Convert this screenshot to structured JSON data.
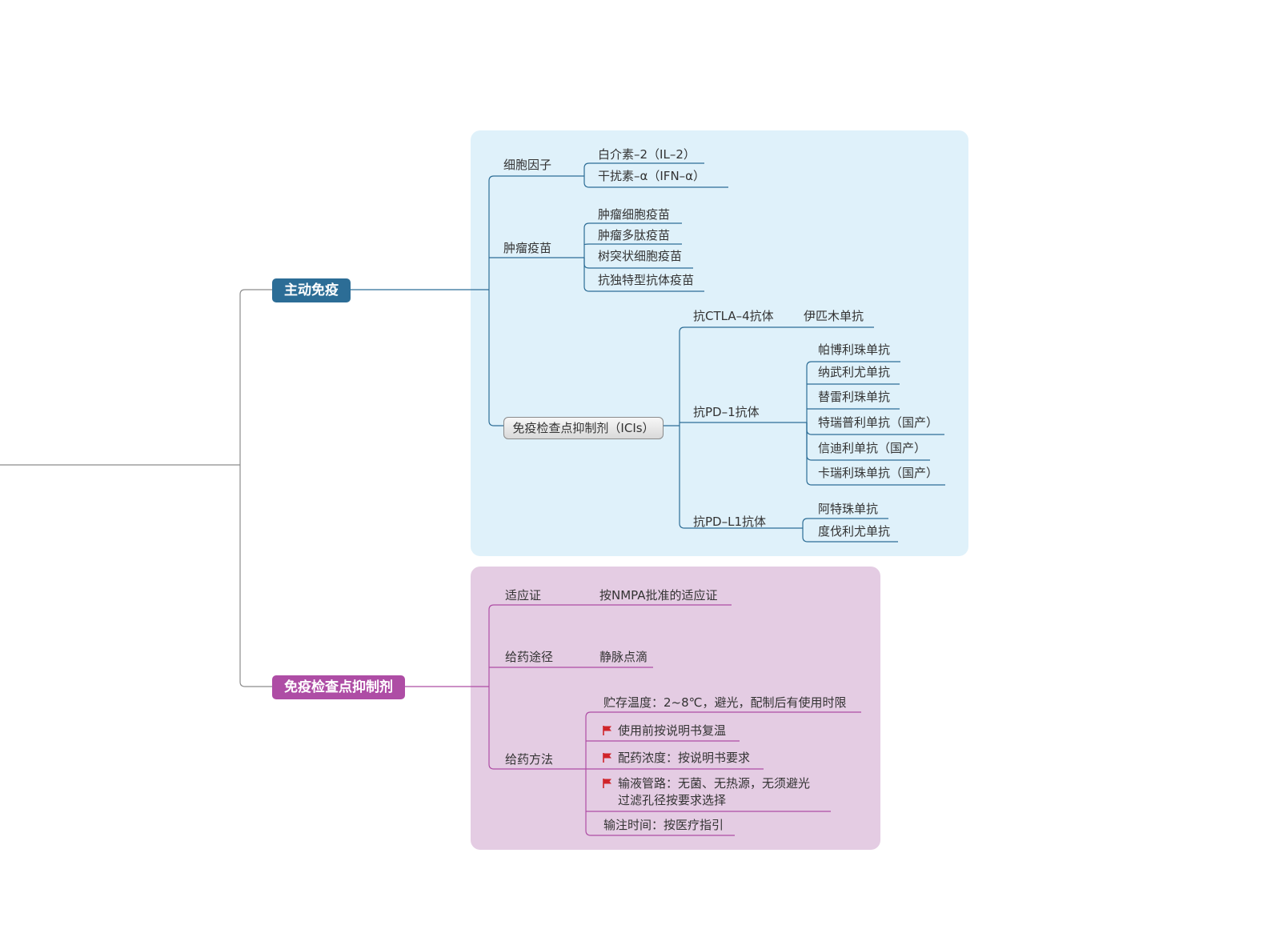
{
  "root": {
    "active_immunity": "主动免疫",
    "ici_usage": "免疫检查点抑制剂"
  },
  "active": {
    "cytokine": {
      "label": "细胞因子",
      "items": [
        "白介素–2（IL–2）",
        "干扰素–α（IFN–α）"
      ]
    },
    "vaccine": {
      "label": "肿瘤疫苗",
      "items": [
        "肿瘤细胞疫苗",
        "肿瘤多肽疫苗",
        "树突状细胞疫苗",
        "抗独特型抗体疫苗"
      ]
    },
    "icis": {
      "label": "免疫检查点抑制剂（ICIs）",
      "ctla4": {
        "label": "抗CTLA–4抗体",
        "items": [
          "伊匹木单抗"
        ]
      },
      "pd1": {
        "label": "抗PD–1抗体",
        "items": [
          "帕博利珠单抗",
          "纳武利尤单抗",
          "替雷利珠单抗",
          "特瑞普利单抗（国产）",
          "信迪利单抗（国产）",
          "卡瑞利珠单抗（国产）"
        ]
      },
      "pdl1": {
        "label": "抗PD–L1抗体",
        "items": [
          "阿特珠单抗",
          "度伐利尤单抗"
        ]
      }
    }
  },
  "ici": {
    "indication": {
      "label": "适应证",
      "value": "按NMPA批准的适应证"
    },
    "route": {
      "label": "给药途径",
      "value": "静脉点滴"
    },
    "method": {
      "label": "给药方法",
      "storage": "贮存温度：2~8℃，避光，配制后有使用时限",
      "rewarm": "使用前按说明书复温",
      "concentration": "配药浓度：按说明书要求",
      "tubing_line1": "输液管路：无菌、无热源，无须避光",
      "tubing_line2": "过滤孔径按要求选择",
      "infusion_time": "输注时间：按医疗指引"
    }
  },
  "colors": {
    "blue_branch": "#2c6d96",
    "pink_branch": "#ae4da5",
    "blue_panel": "#dff1fa",
    "pink_panel": "#e4cce3",
    "flag": "#d0242a"
  },
  "icons": [
    "flag-icon"
  ]
}
